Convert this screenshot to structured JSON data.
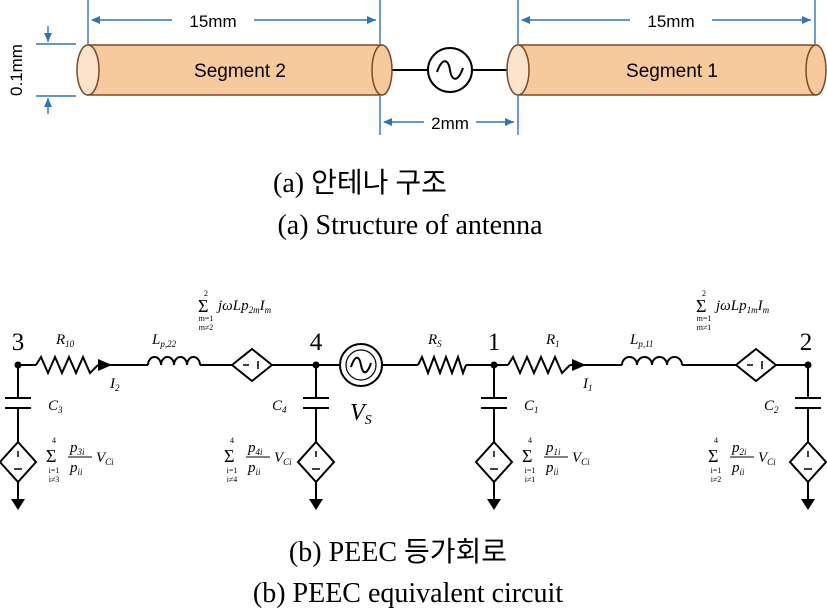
{
  "antenna": {
    "dims": {
      "left_length": "15mm",
      "right_length": "15mm",
      "gap": "2mm",
      "diameter": "0.1mm"
    },
    "segments": {
      "left": "Segment 2",
      "right": "Segment 1"
    },
    "colors": {
      "segment_fill": "#f7c99c",
      "segment_stroke": "#7a4a2a",
      "dimension": "#2e75b6"
    }
  },
  "captions": {
    "a_korean": "(a) 안테나 구조",
    "a_english": "(a) Structure of antenna",
    "b_korean": "(b) PEEC 등가회로",
    "b_english": "(b) PEEC equivalent circuit"
  },
  "circuit": {
    "nodes": {
      "n3": "3",
      "n4": "4",
      "n1": "1",
      "n2": "2"
    },
    "elements": {
      "R10": {
        "main": "R",
        "sub": "10"
      },
      "Lp22": {
        "main": "L",
        "sub": "p,22"
      },
      "Rs": {
        "main": "R",
        "sub": "S"
      },
      "R1": {
        "main": "R",
        "sub": "1"
      },
      "Lp11": {
        "main": "L",
        "sub": "p,11"
      },
      "C3": {
        "main": "C",
        "sub": "3"
      },
      "C4": {
        "main": "C",
        "sub": "4"
      },
      "C1": {
        "main": "C",
        "sub": "1"
      },
      "C2": {
        "main": "C",
        "sub": "2"
      },
      "I2": {
        "main": "I",
        "sub": "2"
      },
      "I1": {
        "main": "I",
        "sub": "1"
      },
      "Vs": {
        "main": "V",
        "sub": "S"
      }
    },
    "mutual_left": {
      "top": "2",
      "body": "jωLp",
      "sub": "2m",
      "tail": "I",
      "tail_sub": "m",
      "lim1": "m=1",
      "lim2": "m≠2"
    },
    "mutual_right": {
      "top": "2",
      "body": "jωLp",
      "sub": "1m",
      "tail": "I",
      "tail_sub": "m",
      "lim1": "m=1",
      "lim2": "m≠1"
    },
    "sources": {
      "s3": {
        "top": "4",
        "num": "p",
        "num_sub": "3i",
        "den": "p",
        "den_sub": "ii",
        "tail": "V",
        "tail_sub": "Ci",
        "lim1": "i=1",
        "lim2": "i≠3"
      },
      "s4": {
        "top": "4",
        "num": "p",
        "num_sub": "4i",
        "den": "p",
        "den_sub": "ii",
        "tail": "V",
        "tail_sub": "Ci",
        "lim1": "i=1",
        "lim2": "i≠4"
      },
      "s1": {
        "top": "4",
        "num": "p",
        "num_sub": "1i",
        "den": "p",
        "den_sub": "ii",
        "tail": "V",
        "tail_sub": "Ci",
        "lim1": "i=1",
        "lim2": "i≠1"
      },
      "s2": {
        "top": "4",
        "num": "p",
        "num_sub": "2i",
        "den": "p",
        "den_sub": "ii",
        "tail": "V",
        "tail_sub": "Ci",
        "lim1": "i=1",
        "lim2": "i≠2"
      }
    }
  }
}
